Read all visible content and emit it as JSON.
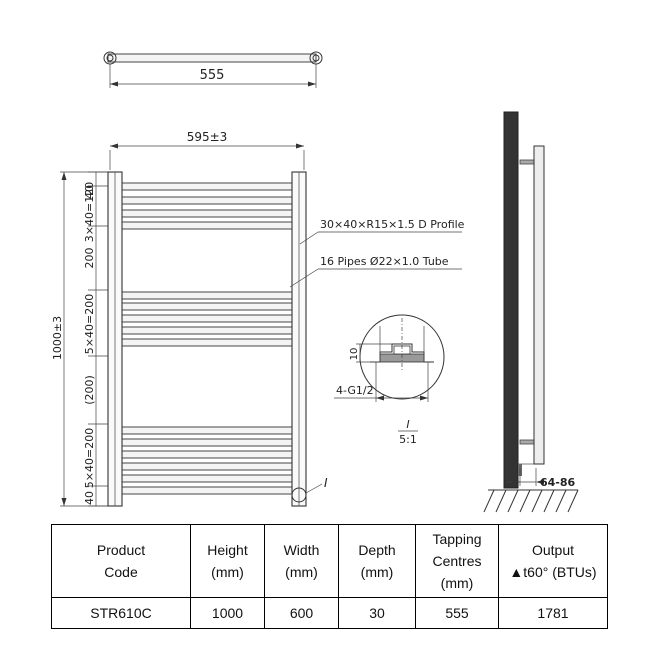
{
  "drawing": {
    "top_view_width": "555",
    "overall_width": "595±3",
    "overall_height": "1000±3",
    "left_dims": [
      "40",
      "3×40=120",
      "200",
      "5×40=200",
      "(200)",
      "5×40=200",
      "40"
    ],
    "profile_note": "30×40×R15×1.5 D Profile",
    "tube_note": "16 Pipes Ø22×1.0 Tube",
    "detail_label": "I",
    "detail_dim": "10",
    "detail_thread": "4-G1/2",
    "detail_scale_top": "I",
    "detail_scale_bottom": "5:1",
    "side_dim": "64-86"
  },
  "table": {
    "headers": [
      [
        "Product",
        "Code"
      ],
      [
        "Height",
        "(mm)"
      ],
      [
        "Width",
        "(mm)"
      ],
      [
        "Depth",
        "(mm)"
      ],
      [
        "Tapping",
        "Centres",
        "(mm)"
      ],
      [
        "Output",
        "▲t60° (BTUs)"
      ]
    ],
    "row": [
      "STR610C",
      "1000",
      "600",
      "30",
      "555",
      "1781"
    ]
  }
}
